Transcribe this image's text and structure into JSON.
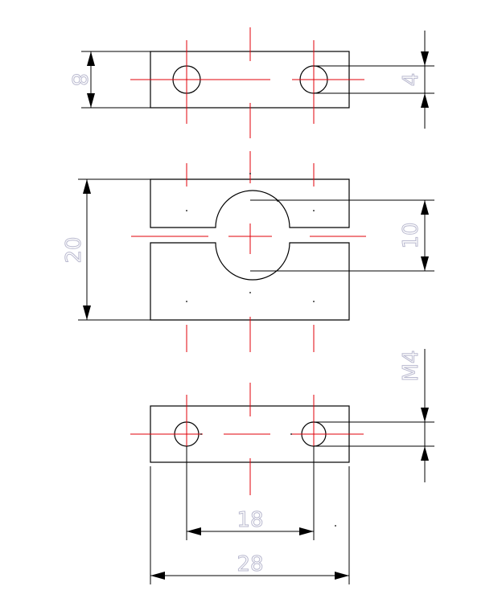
{
  "drawing": {
    "colors": {
      "outline": "#000000",
      "center_line": "#e0000a",
      "dimension_text": "#b9b9cf"
    },
    "views": [
      {
        "name": "top-view",
        "feature": "two through holes"
      },
      {
        "name": "front-view",
        "feature": "split clamp with central bore"
      },
      {
        "name": "bottom-view",
        "feature": "two threaded holes"
      }
    ]
  },
  "dimensions": {
    "top_height": "8",
    "top_hole": "4",
    "clamp_height": "20",
    "bore": "10",
    "thread": "M4",
    "hole_spacing": "18",
    "overall_width": "28"
  }
}
